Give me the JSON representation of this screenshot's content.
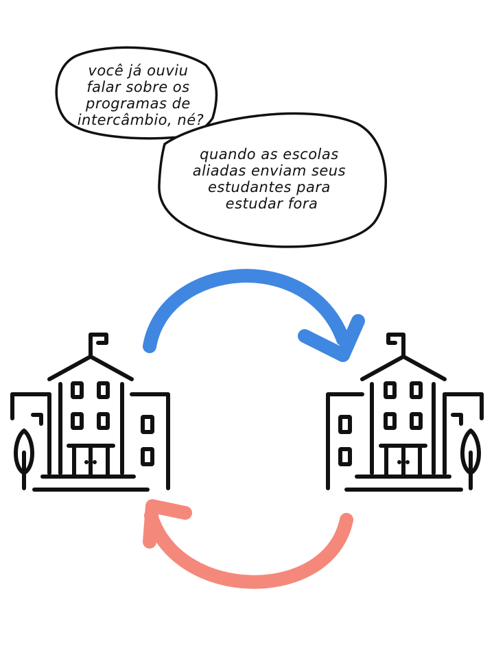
{
  "bubbles": {
    "first": {
      "lines": [
        "você já ouviu",
        "falar sobre os",
        "programas de",
        "intercâmbio, né?"
      ]
    },
    "second": {
      "lines": [
        "quando as escolas",
        "aliadas enviam seus",
        "estudantes para",
        "estudar fora"
      ]
    }
  },
  "arrows": {
    "top": {
      "direction": "left-to-right",
      "color": "#3f87e0"
    },
    "bottom": {
      "direction": "right-to-left",
      "color": "#f4897b"
    }
  },
  "icons": {
    "left_building": "school-building-icon",
    "right_building": "school-building-icon"
  }
}
